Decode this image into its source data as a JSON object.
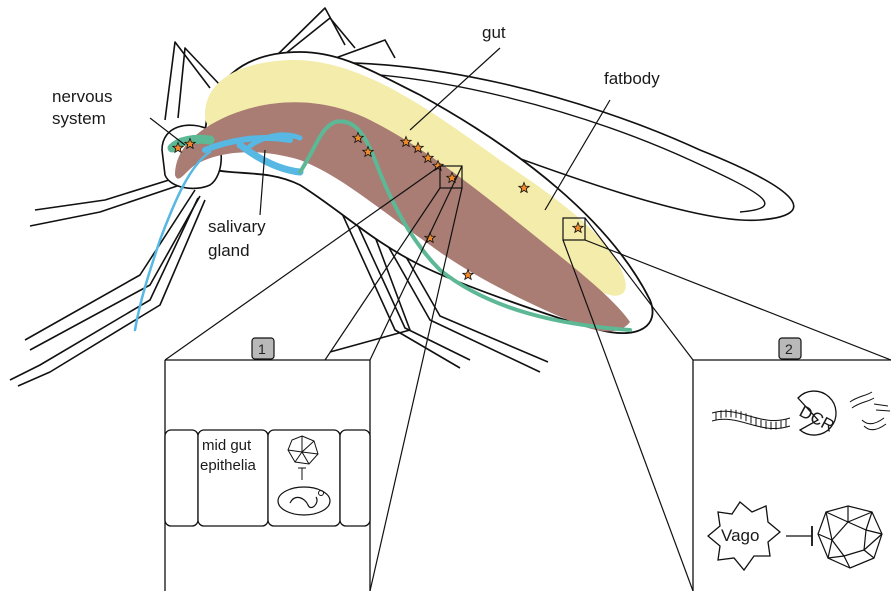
{
  "labels": {
    "nervous_system_line1": "nervous",
    "nervous_system_line2": "system",
    "salivary_gland_line1": "salivary",
    "salivary_gland_line2": "gland",
    "gut": "gut",
    "fatbody": "fatbody"
  },
  "panel1": {
    "number": "1",
    "cell_text_line1": "mid gut",
    "cell_text_line2": "epithelia"
  },
  "panel2": {
    "number": "2",
    "dcr_label": "DCR",
    "vago_label": "Vago"
  },
  "colors": {
    "gut": "#a97c74",
    "fatbody": "#f3ecaa",
    "nerve": "#5cb895",
    "salivary": "#56b8e3",
    "star": "#ee8a2c",
    "badge": "#b9b9b9"
  }
}
